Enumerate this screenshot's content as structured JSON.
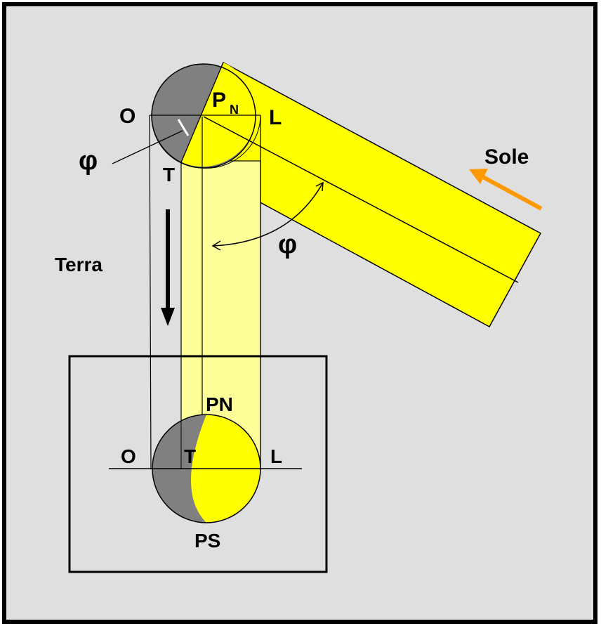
{
  "labels": {
    "top": {
      "o": "O",
      "l": "L",
      "t": "T",
      "pn_main": "P",
      "pn_sub": "N"
    },
    "bottom": {
      "o": "O",
      "l": "L",
      "t": "T",
      "pn": "PN",
      "ps": "PS"
    },
    "phi_left": "φ",
    "phi_angle": "φ",
    "terra": "Terra",
    "sole": "Sole"
  },
  "colors": {
    "background": "#dfdfdf",
    "sunlight": "#ffff00",
    "light_projection": "#ffff99",
    "shadow": "#808080",
    "sun_arrow": "#ff9900",
    "ink": "#000000"
  },
  "icons": {
    "sun_arrow": "orange-arrow-icon",
    "earth_motion_arrow": "down-arrow-icon"
  }
}
